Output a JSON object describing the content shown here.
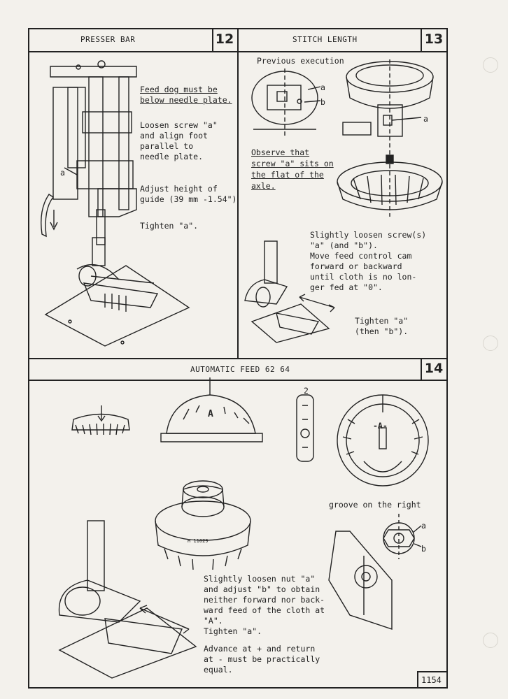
{
  "sections": {
    "s12": {
      "title": "PRESSER BAR",
      "number": "12",
      "notes": {
        "feed_dog_1": "Feed dog must be",
        "feed_dog_2": "below needle plate.",
        "loosen": "Loosen screw \"a\"\nand align foot\nparallel to\nneedle plate.",
        "adjust": "Adjust height of\nguide (39 mm -1.54\")",
        "tighten": "Tighten \"a\"."
      },
      "labels": {
        "a": "a"
      }
    },
    "s13": {
      "title": "STITCH LENGTH",
      "number": "13",
      "notes": {
        "previous": "Previous execution",
        "observe_1": "Observe that",
        "observe_2": "screw \"a\" sits on",
        "observe_3": "the flat of the",
        "observe_4": "axle.",
        "slightly": "Slightly loosen screw(s)\n\"a\" (and \"b\").\nMove feed control cam\nforward or backward\nuntil cloth is no lon-\nger fed at \"0\".",
        "tighten": "Tighten \"a\"\n(then \"b\")."
      },
      "labels": {
        "a": "a",
        "b": "b",
        "a2": "a"
      }
    },
    "s14": {
      "title": "AUTOMATIC FEED 62 64",
      "number": "14",
      "notes": {
        "groove": "groove on the right",
        "slightly": "Slightly loosen nut \"a\"\nand adjust \"b\" to obtain\nneither forward nor back-\nward feed of the cloth at\n\"A\".\nTighten \"a\".",
        "advance": "Advance at + and return\nat - must be practically\nequal."
      },
      "labels": {
        "a": "a",
        "b": "b",
        "two": "2",
        "dial_A": "A",
        "knob_A": "-A-",
        "knob_code": "H 11029"
      }
    }
  },
  "page_number": "1154"
}
